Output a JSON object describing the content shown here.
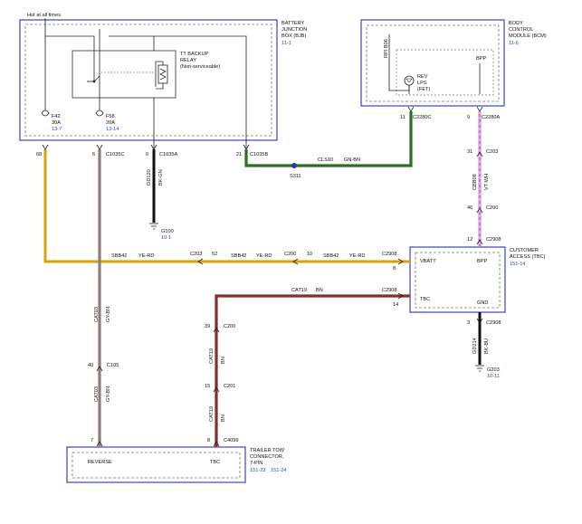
{
  "hot_at_all_times": "Hot at all times",
  "bjb": {
    "name": [
      "BATTERY",
      "JUNCTION",
      "BOX (BJB)"
    ],
    "ref": "11-1"
  },
  "relay": {
    "name": [
      "TT BACKUP",
      "RELAY",
      "(Non-serviceable)"
    ]
  },
  "fuse_f42": {
    "name": "F42",
    "rating": "30A",
    "ref": "13-7"
  },
  "fuse_f58": {
    "name": "F58",
    "rating": "20A",
    "ref": "13-14"
  },
  "bcm": {
    "name": [
      "BODY",
      "CONTROL",
      "MODULE (BCM)"
    ],
    "ref": "11-6",
    "rpi_label": "RPI B06",
    "bpp_label": "BPP",
    "rev_label": [
      "REV",
      "LPS",
      "(FET)"
    ]
  },
  "tbc": {
    "name": [
      "CUSTOMER",
      "ACCESS (TBC)"
    ],
    "ref": "151-14",
    "vbatt": "VBATT",
    "bpp": "BPP",
    "tbc": "TBC",
    "gnd": "GND"
  },
  "trailer": {
    "name": [
      "TRAILER TOW",
      "CONNECTOR,",
      "7-PIN"
    ],
    "ref1": "151-23",
    "ref2": "151-24",
    "reverse": "REVERSE",
    "tbc": "TBC"
  },
  "pins": {
    "p68": "68",
    "c1035a_pin": "6",
    "c1035c": "C1035C",
    "c1035a": "C1035A",
    "p21": "21",
    "c1035b": "C1035B",
    "p11": "11",
    "c2280c": "C2280C",
    "p9": "9",
    "c2280a": "C2280A",
    "p31": "31",
    "c2203": "C203",
    "p46": "46",
    "c200_top": "C200",
    "p12": "12",
    "c2908_top": "C2908",
    "c2203_left": "C203",
    "p52": "52",
    "c200_mid": "C200",
    "p10": "10",
    "c2908_mid": "C2908",
    "p8": "8",
    "c2908_tbc": "C2908",
    "p14": "14",
    "p3": "3",
    "c2908_gnd": "C2908",
    "p39": "39",
    "c200_br": "C200",
    "p15": "15",
    "c201": "C201",
    "p40": "40",
    "c105": "C105",
    "p7": "7",
    "p8_tt": "8",
    "c4099": "C4099",
    "p6_f58": "6"
  },
  "wires": {
    "sbb42_1": "SBB42",
    "yerd_1": "YE-RD",
    "sbb42_2": "SBB42",
    "yerd_2": "YE-RD",
    "sbb42_3": "SBB42",
    "yerd_3": "YE-RD",
    "cls10": "CLS10",
    "gnbn": "GN-BN",
    "gd120": "GD120",
    "bkgn": "BK-GN",
    "cat19": "CAT19",
    "bn_h": "BN",
    "cat19_v1": "CAT19",
    "bn_v1": "BN",
    "cat19_v2": "CAT19",
    "bn_v2": "BN",
    "cat03_1": "CAT03",
    "gybn_1": "GY-BN",
    "cat03_2": "CAT03",
    "gybn_2": "GY-BN",
    "cbb08": "CBB08",
    "vtwh": "VT-WH",
    "gd214": "GD214",
    "bkbu": "BK-BU"
  },
  "splice": {
    "name": "S311"
  },
  "grounds": {
    "g100": "G100",
    "g100_ref": "10-1",
    "g203": "G203",
    "g203_ref": "10-11"
  },
  "colors": {
    "yellow": "#e7b51d",
    "green": "#2c6e22",
    "brown": "#8b2d26",
    "gray": "#8f7e75",
    "violet": "#c77ccc",
    "black": "#111111",
    "blue": "#2a35a8"
  }
}
